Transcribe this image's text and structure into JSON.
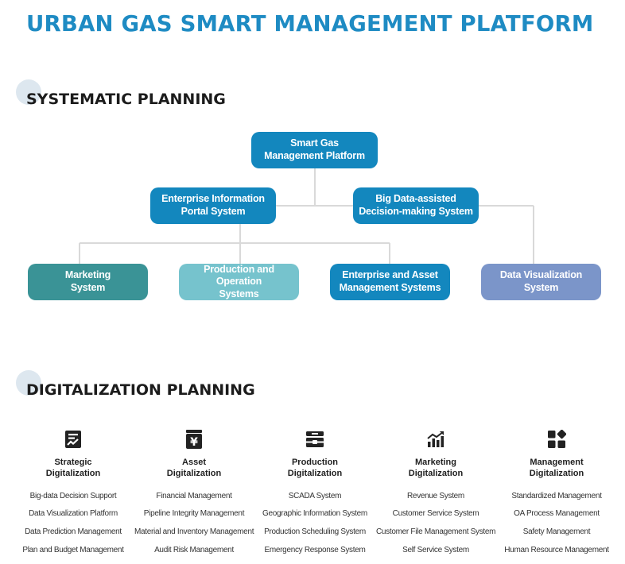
{
  "title": "URBAN GAS SMART MANAGEMENT PLATFORM",
  "sections": {
    "systematic": "SYSTEMATIC PLANNING",
    "digitalization": "DIGITALIZATION PLANNING"
  },
  "colors": {
    "title_blue": "#1e8bc3",
    "node_blue": "#1387be",
    "node_teal": "#3a9396",
    "node_light_teal": "#76c3cd",
    "node_periwinkle": "#7b95c9",
    "connector_gray": "#d9d9d9"
  },
  "tree": {
    "root": "Smart Gas\nManagement Platform",
    "level1": [
      "Enterprise Information\nPortal System",
      "Big Data-assisted\nDecision-making System"
    ],
    "level2": [
      "Marketing\nSystem",
      "Production and Operation\nSystems",
      "Enterprise and Asset\nManagement Systems",
      "Data Visualization\nSystem"
    ]
  },
  "columns": [
    {
      "icon": "chart-document-icon",
      "title": "Strategic\nDigitalization",
      "items": [
        "Big-data Decision Support",
        "Data Visualization Platform",
        "Data Prediction Management",
        "Plan and Budget Management"
      ]
    },
    {
      "icon": "yen-document-icon",
      "title": "Asset\nDigitalization",
      "items": [
        "Financial Management",
        "Pipeline Integrity Management",
        "Material and Inventory Management",
        "Audit Risk Management"
      ]
    },
    {
      "icon": "server-box-icon",
      "title": "Production\nDigitalization",
      "items": [
        "SCADA System",
        "Geographic Information System",
        "Production Scheduling System",
        "Emergency Response System"
      ]
    },
    {
      "icon": "rising-bar-chart-icon",
      "title": "Marketing\nDigitalization",
      "items": [
        "Revenue System",
        "Customer Service System",
        "Customer File Management System",
        "Self Service System"
      ]
    },
    {
      "icon": "grid-blocks-icon",
      "title": "Management\nDigitalization",
      "items": [
        "Standardized Management",
        "OA Process Management",
        "Safety Management",
        "Human Resource Management"
      ]
    }
  ]
}
